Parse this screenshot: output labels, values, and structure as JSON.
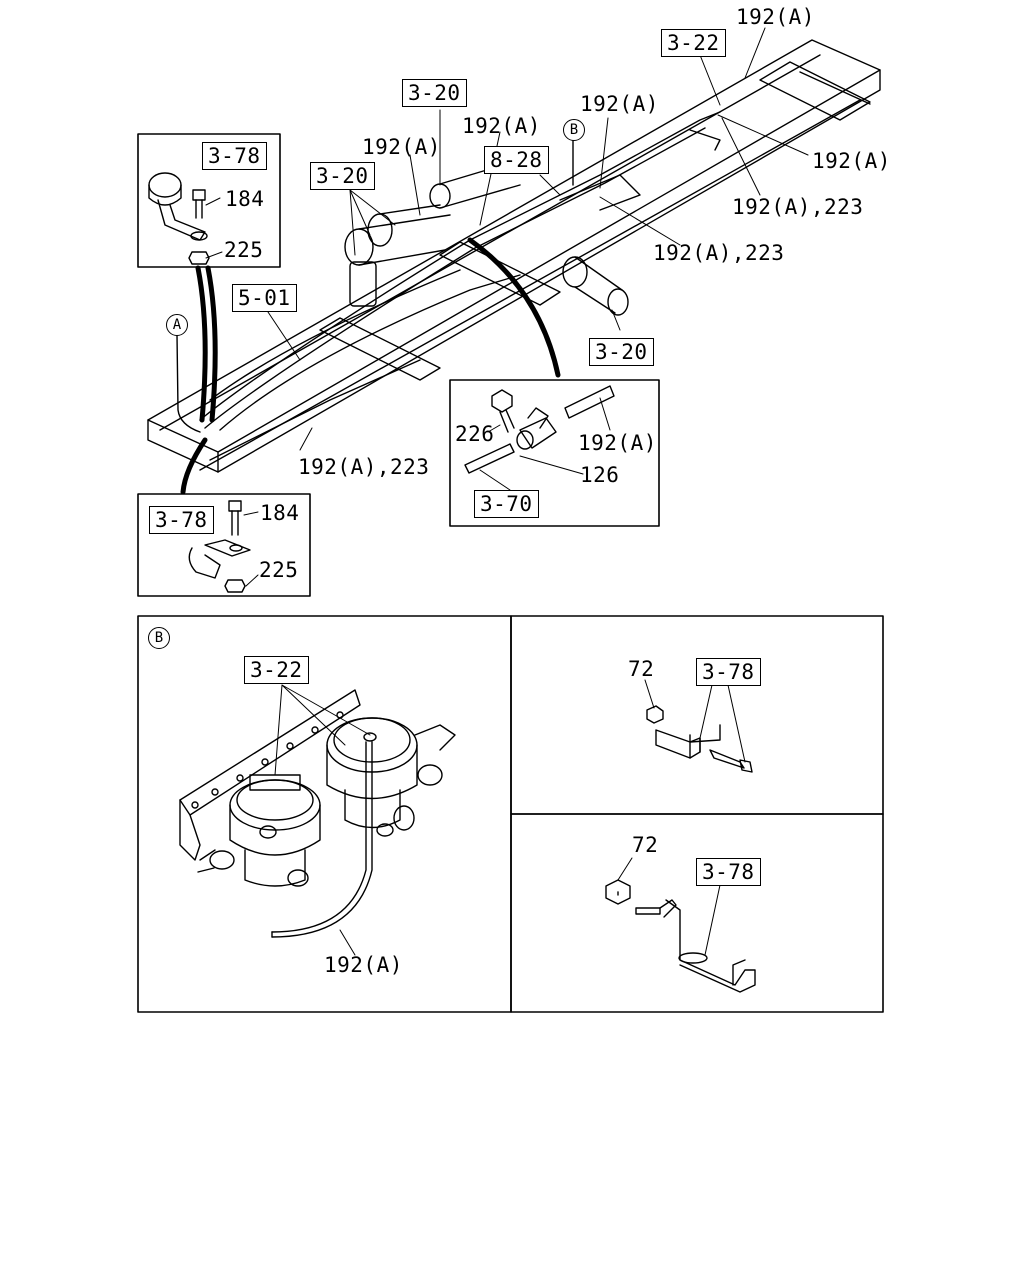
{
  "refs": {
    "r_3_22": "3-22",
    "r_3_20": "3-20",
    "r_8_28": "8-28",
    "r_3_78": "3-78",
    "r_5_01": "5-01",
    "r_3_70": "3-70"
  },
  "parts": {
    "p192a": "192(A)",
    "p192a223": "192(A),223",
    "p184": "184",
    "p225": "225",
    "p226": "226",
    "p126": "126",
    "p72": "72"
  },
  "markers": {
    "a": "A",
    "b": "B"
  }
}
